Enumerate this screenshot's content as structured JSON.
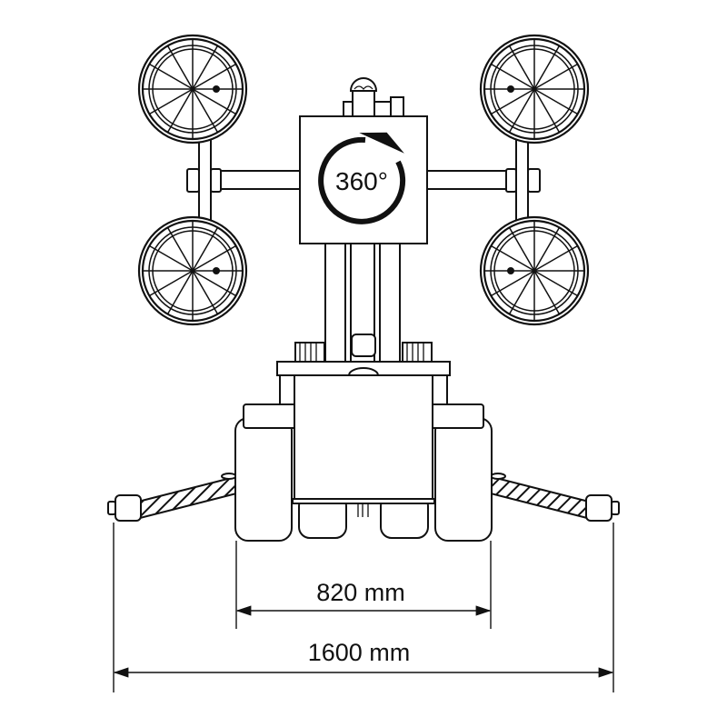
{
  "diagram": {
    "rotation_label": "360°",
    "dimensions": {
      "track_width": "820 mm",
      "outrigger_width": "1600 mm"
    },
    "colors": {
      "line": "#111111",
      "background": "#ffffff"
    }
  }
}
